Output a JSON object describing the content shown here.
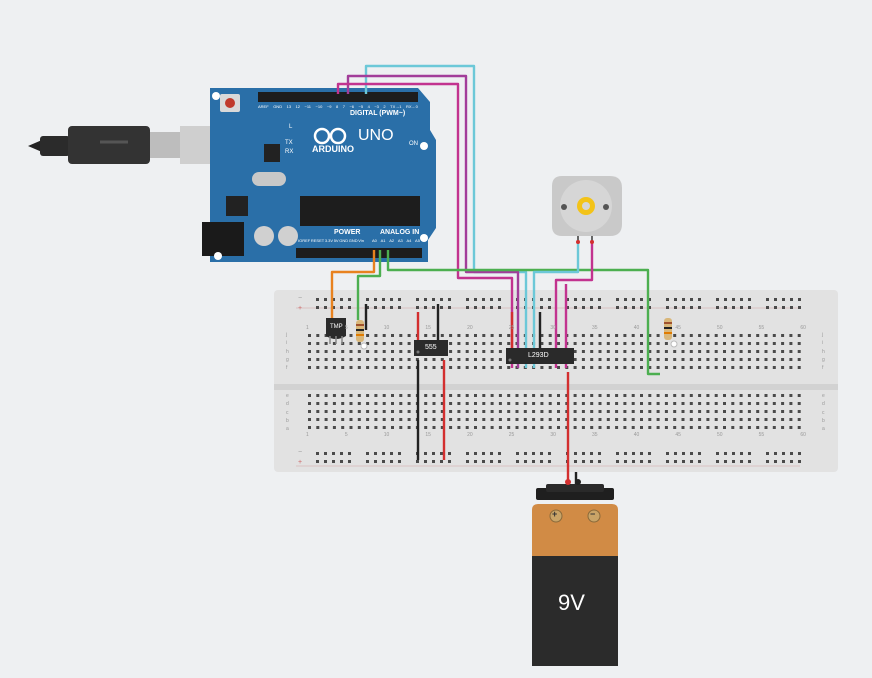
{
  "arduino": {
    "brand": "ARDUINO",
    "model": "UNO",
    "digital_label": "DIGITAL (PWM~)",
    "power_label": "POWER",
    "analog_label": "ANALOG IN",
    "tx": "TX",
    "rx": "RX",
    "l": "L",
    "on": "ON",
    "digital_pins": [
      "AREF",
      "GND",
      "13",
      "12",
      "~11",
      "~10",
      "~9",
      "8",
      "7",
      "~6",
      "~5",
      "4",
      "~3",
      "2",
      "TX→1",
      "RX←0"
    ],
    "power_pins": [
      "IOREF",
      "RESET",
      "3.3V",
      "5V",
      "GND",
      "GND",
      "Vin"
    ],
    "analog_pins": [
      "A0",
      "A1",
      "A2",
      "A3",
      "A4",
      "A5"
    ]
  },
  "breadboard": {
    "col_numbers": [
      "1",
      "5",
      "10",
      "15",
      "20",
      "25",
      "30",
      "35",
      "40",
      "45",
      "50",
      "55",
      "60"
    ],
    "row_letters_top": [
      "j",
      "i",
      "h",
      "g",
      "f"
    ],
    "row_letters_bottom": [
      "e",
      "d",
      "c",
      "b",
      "a"
    ],
    "rail_minus": "−",
    "rail_plus": "+"
  },
  "components": {
    "temp_sensor_label": "TMP",
    "timer_label": "555",
    "driver_label": "L293D",
    "battery_label": "9V",
    "battery_plus": "+",
    "battery_minus": "−"
  },
  "colors": {
    "arduino": "#2a6fa8",
    "breadboard": "#e2e2e2",
    "wire_cyan": "#6cc8d8",
    "wire_purple": "#a23d9a",
    "wire_magenta": "#c2338f",
    "wire_green": "#4caf50",
    "wire_orange": "#e8821f",
    "wire_red": "#d32f2f",
    "wire_black": "#222222"
  }
}
